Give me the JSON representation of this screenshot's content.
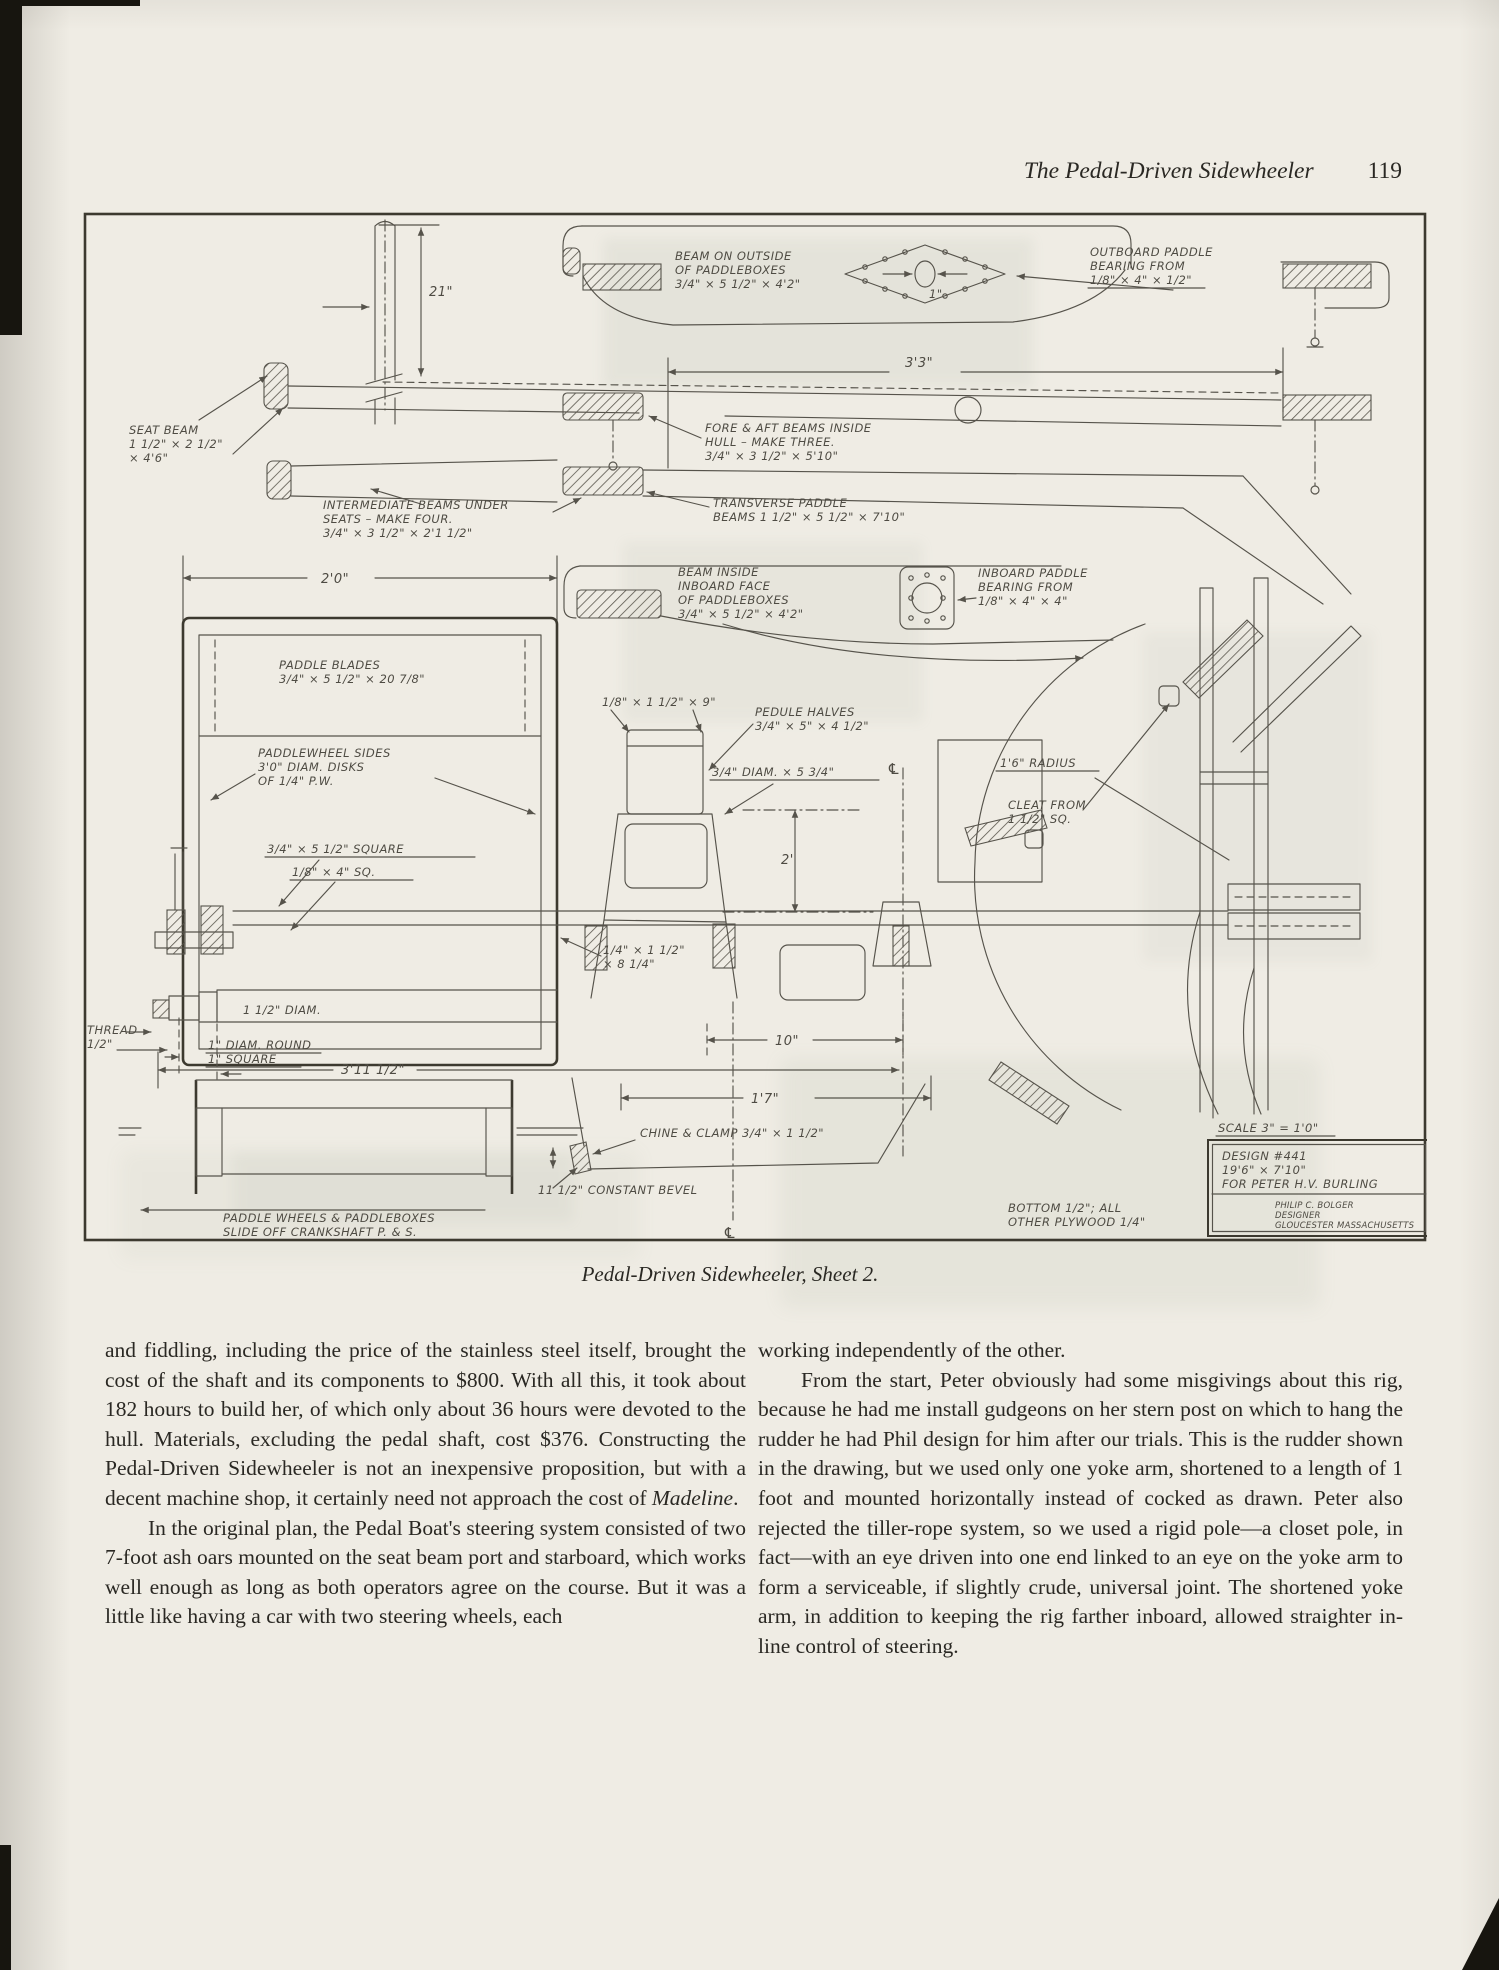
{
  "header": {
    "title": "The Pedal-Driven Sidewheeler",
    "page_number": "119"
  },
  "figure": {
    "caption": "Pedal-Driven Sidewheeler, Sheet 2.",
    "labels": {
      "dim_21": "21\"",
      "beam_outside": [
        "BEAM ON OUTSIDE",
        "OF PADDLEBOXES",
        "3/4\" × 5 1/2\" × 4'2\""
      ],
      "dim_1": "1\"",
      "outboard_bearing": [
        "OUTBOARD PADDLE",
        "BEARING FROM",
        "1/8\" × 4\" × 1/2\""
      ],
      "dim_3_3": "3'3\"",
      "seat_beam": [
        "SEAT BEAM",
        "1 1/2\" × 2 1/2\"",
        "× 4'6\""
      ],
      "fore_aft": [
        "FORE & AFT BEAMS INSIDE",
        "HULL – MAKE THREE.",
        "3/4\" × 3 1/2\" × 5'10\""
      ],
      "intermediate": [
        "INTERMEDIATE BEAMS UNDER",
        "SEATS – MAKE FOUR.",
        "3/4\" × 3 1/2\" × 2'1 1/2\""
      ],
      "transverse": [
        "TRANSVERSE PADDLE",
        "BEAMS 1 1/2\" × 5 1/2\" × 7'10\""
      ],
      "dim_2_0": "2'0\"",
      "beam_inside": [
        "BEAM INSIDE",
        "INBOARD FACE",
        "OF PADDLEBOXES",
        "3/4\" × 5 1/2\" × 4'2\""
      ],
      "inboard_bearing": [
        "INBOARD PADDLE",
        "BEARING FROM",
        "1/8\" × 4\" × 4\""
      ],
      "paddle_blades": [
        "PADDLE BLADES",
        "3/4\" × 5 1/2\" × 20 7/8\""
      ],
      "paddlewheel_sides": [
        "PADDLEWHEEL SIDES",
        "3'0\" DIAM. DISKS",
        "OF 1/4\" P.W."
      ],
      "square": "3/4\" × 5 1/2\" SQUARE",
      "sq_plate": "1/8\" × 4\" SQ.",
      "strap_9": "1/8\" × 1 1/2\" × 9\"",
      "pedule_halves": [
        "PEDULE HALVES",
        "3/4\" × 5\" × 4 1/2\""
      ],
      "crank_pin": "3/4\" DIAM. × 5 3/4\"",
      "shaft_diam": "1 1/2\" DIAM.",
      "thread": [
        "THREAD",
        "1/2\""
      ],
      "round_square": [
        "1\" DIAM. ROUND",
        "1\" SQUARE"
      ],
      "dim_3_11": "3'11 1/2\"",
      "strap_8": [
        "1/4\" × 1 1/2\"",
        "× 8 1/4\""
      ],
      "dim_2ft": "2'",
      "dim_10": "10\"",
      "dim_1_7": "1'7\"",
      "chine": "CHINE & CLAMP 3/4\" × 1 1/2\"",
      "bevel": "11 1/2\" CONSTANT BEVEL",
      "slide_note": [
        "PADDLE WHEELS & PADDLEBOXES",
        "SLIDE OFF CRANKSHAFT P. & S."
      ],
      "radius": "1'6\" RADIUS",
      "cleat": [
        "CLEAT FROM",
        "1 1/2\" SQ."
      ],
      "scale": "SCALE 3\" = 1'0\"",
      "design": [
        "DESIGN #441",
        "19'6\" × 7'10\"",
        "FOR PETER H.V. BURLING"
      ],
      "designer": [
        "PHILIP C. BOLGER",
        "DESIGNER",
        "GLOUCESTER MASSACHUSETTS"
      ],
      "bottom_note": [
        "BOTTOM 1/2\"; ALL",
        "OTHER PLYWOOD 1/4\""
      ],
      "centerline": "℄"
    }
  },
  "body": {
    "left_p1_parts": [
      "and fiddling, including the price of the stainless steel itself, brought the cost of the shaft and its components to $800. With all this, it took about 182 hours to build her, of which only about 36 hours were devoted to the hull. Materials, excluding the pedal shaft, cost $376. Constructing the Pedal-Driven Sidewheeler is not an inexpensive proposition, but with a decent machine shop, it certainly need not approach the cost of ",
      "Madeline",
      "."
    ],
    "left_p2": "In the original plan, the Pedal Boat's steering system consisted of two 7-foot ash oars mounted on the seat beam port and starboard, which works well enough as long as both operators agree on the course. But it was a little like having a car with two steering wheels, each",
    "right_p1": "working independently of the other.",
    "right_p2": "From the start, Peter obviously had some misgivings about this rig, because he had me install gudgeons on her stern post on which to hang the rudder he had Phil design for him after our trials. This is the rudder shown in the drawing, but we used only one yoke arm, shortened to a length of 1 foot and mounted horizontally instead of cocked as drawn. Peter also rejected the tiller-rope system, so we used a rigid pole—a closet pole, in fact—with an eye driven into one end linked to an eye on the yoke arm to form a serviceable, if slightly crude, universal joint. The shortened yoke arm, in addition to keeping the rig farther inboard, allowed straighter in-line control of steering."
  }
}
